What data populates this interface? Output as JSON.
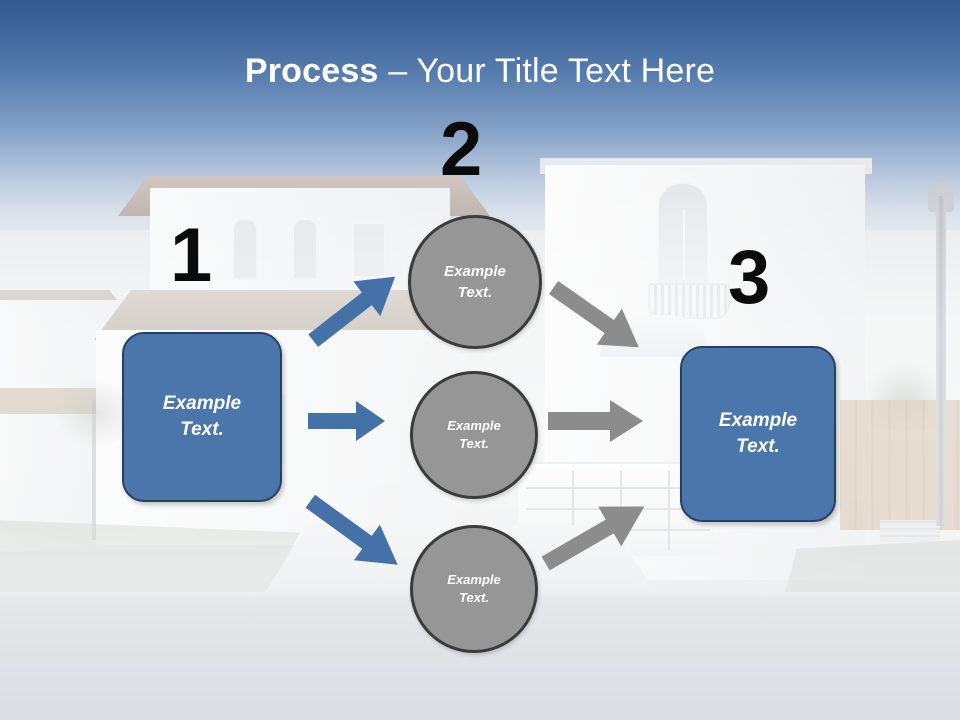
{
  "slide": {
    "title_strong": "Process",
    "title_separator": " – ",
    "title_light": "Your Title Text Here",
    "background_description": "faded residential house photo with blue sky gradient"
  },
  "colors": {
    "title_text": "#ffffff",
    "sky_top": "#34598e",
    "box_fill": "#4a76ab",
    "box_border": "#26405f",
    "circle_fill": "#969696",
    "circle_border": "#3b3b3b",
    "arrow_blue": "#4471a8",
    "arrow_gray": "#8c8c8c",
    "step_number": "#0b0b0b"
  },
  "steps": [
    {
      "number": "1",
      "label": "step-1"
    },
    {
      "number": "2",
      "label": "step-2"
    },
    {
      "number": "3",
      "label": "step-3"
    }
  ],
  "boxes": {
    "left": {
      "line1": "Example",
      "line2": "Text."
    },
    "right": {
      "line1": "Example",
      "line2": "Text."
    }
  },
  "circles": [
    {
      "line1": "Example",
      "line2": "Text."
    },
    {
      "line1": "Example",
      "line2": "Text."
    },
    {
      "line1": "Example",
      "line2": "Text."
    }
  ],
  "arrows": [
    {
      "name": "blue-arrow-up",
      "color": "#4471a8",
      "direction": "up-right"
    },
    {
      "name": "blue-arrow-right",
      "color": "#4471a8",
      "direction": "right"
    },
    {
      "name": "blue-arrow-down",
      "color": "#4471a8",
      "direction": "down-right"
    },
    {
      "name": "gray-arrow-down",
      "color": "#8c8c8c",
      "direction": "down-right"
    },
    {
      "name": "gray-arrow-right",
      "color": "#8c8c8c",
      "direction": "right"
    },
    {
      "name": "gray-arrow-up",
      "color": "#8c8c8c",
      "direction": "up-right"
    }
  ]
}
